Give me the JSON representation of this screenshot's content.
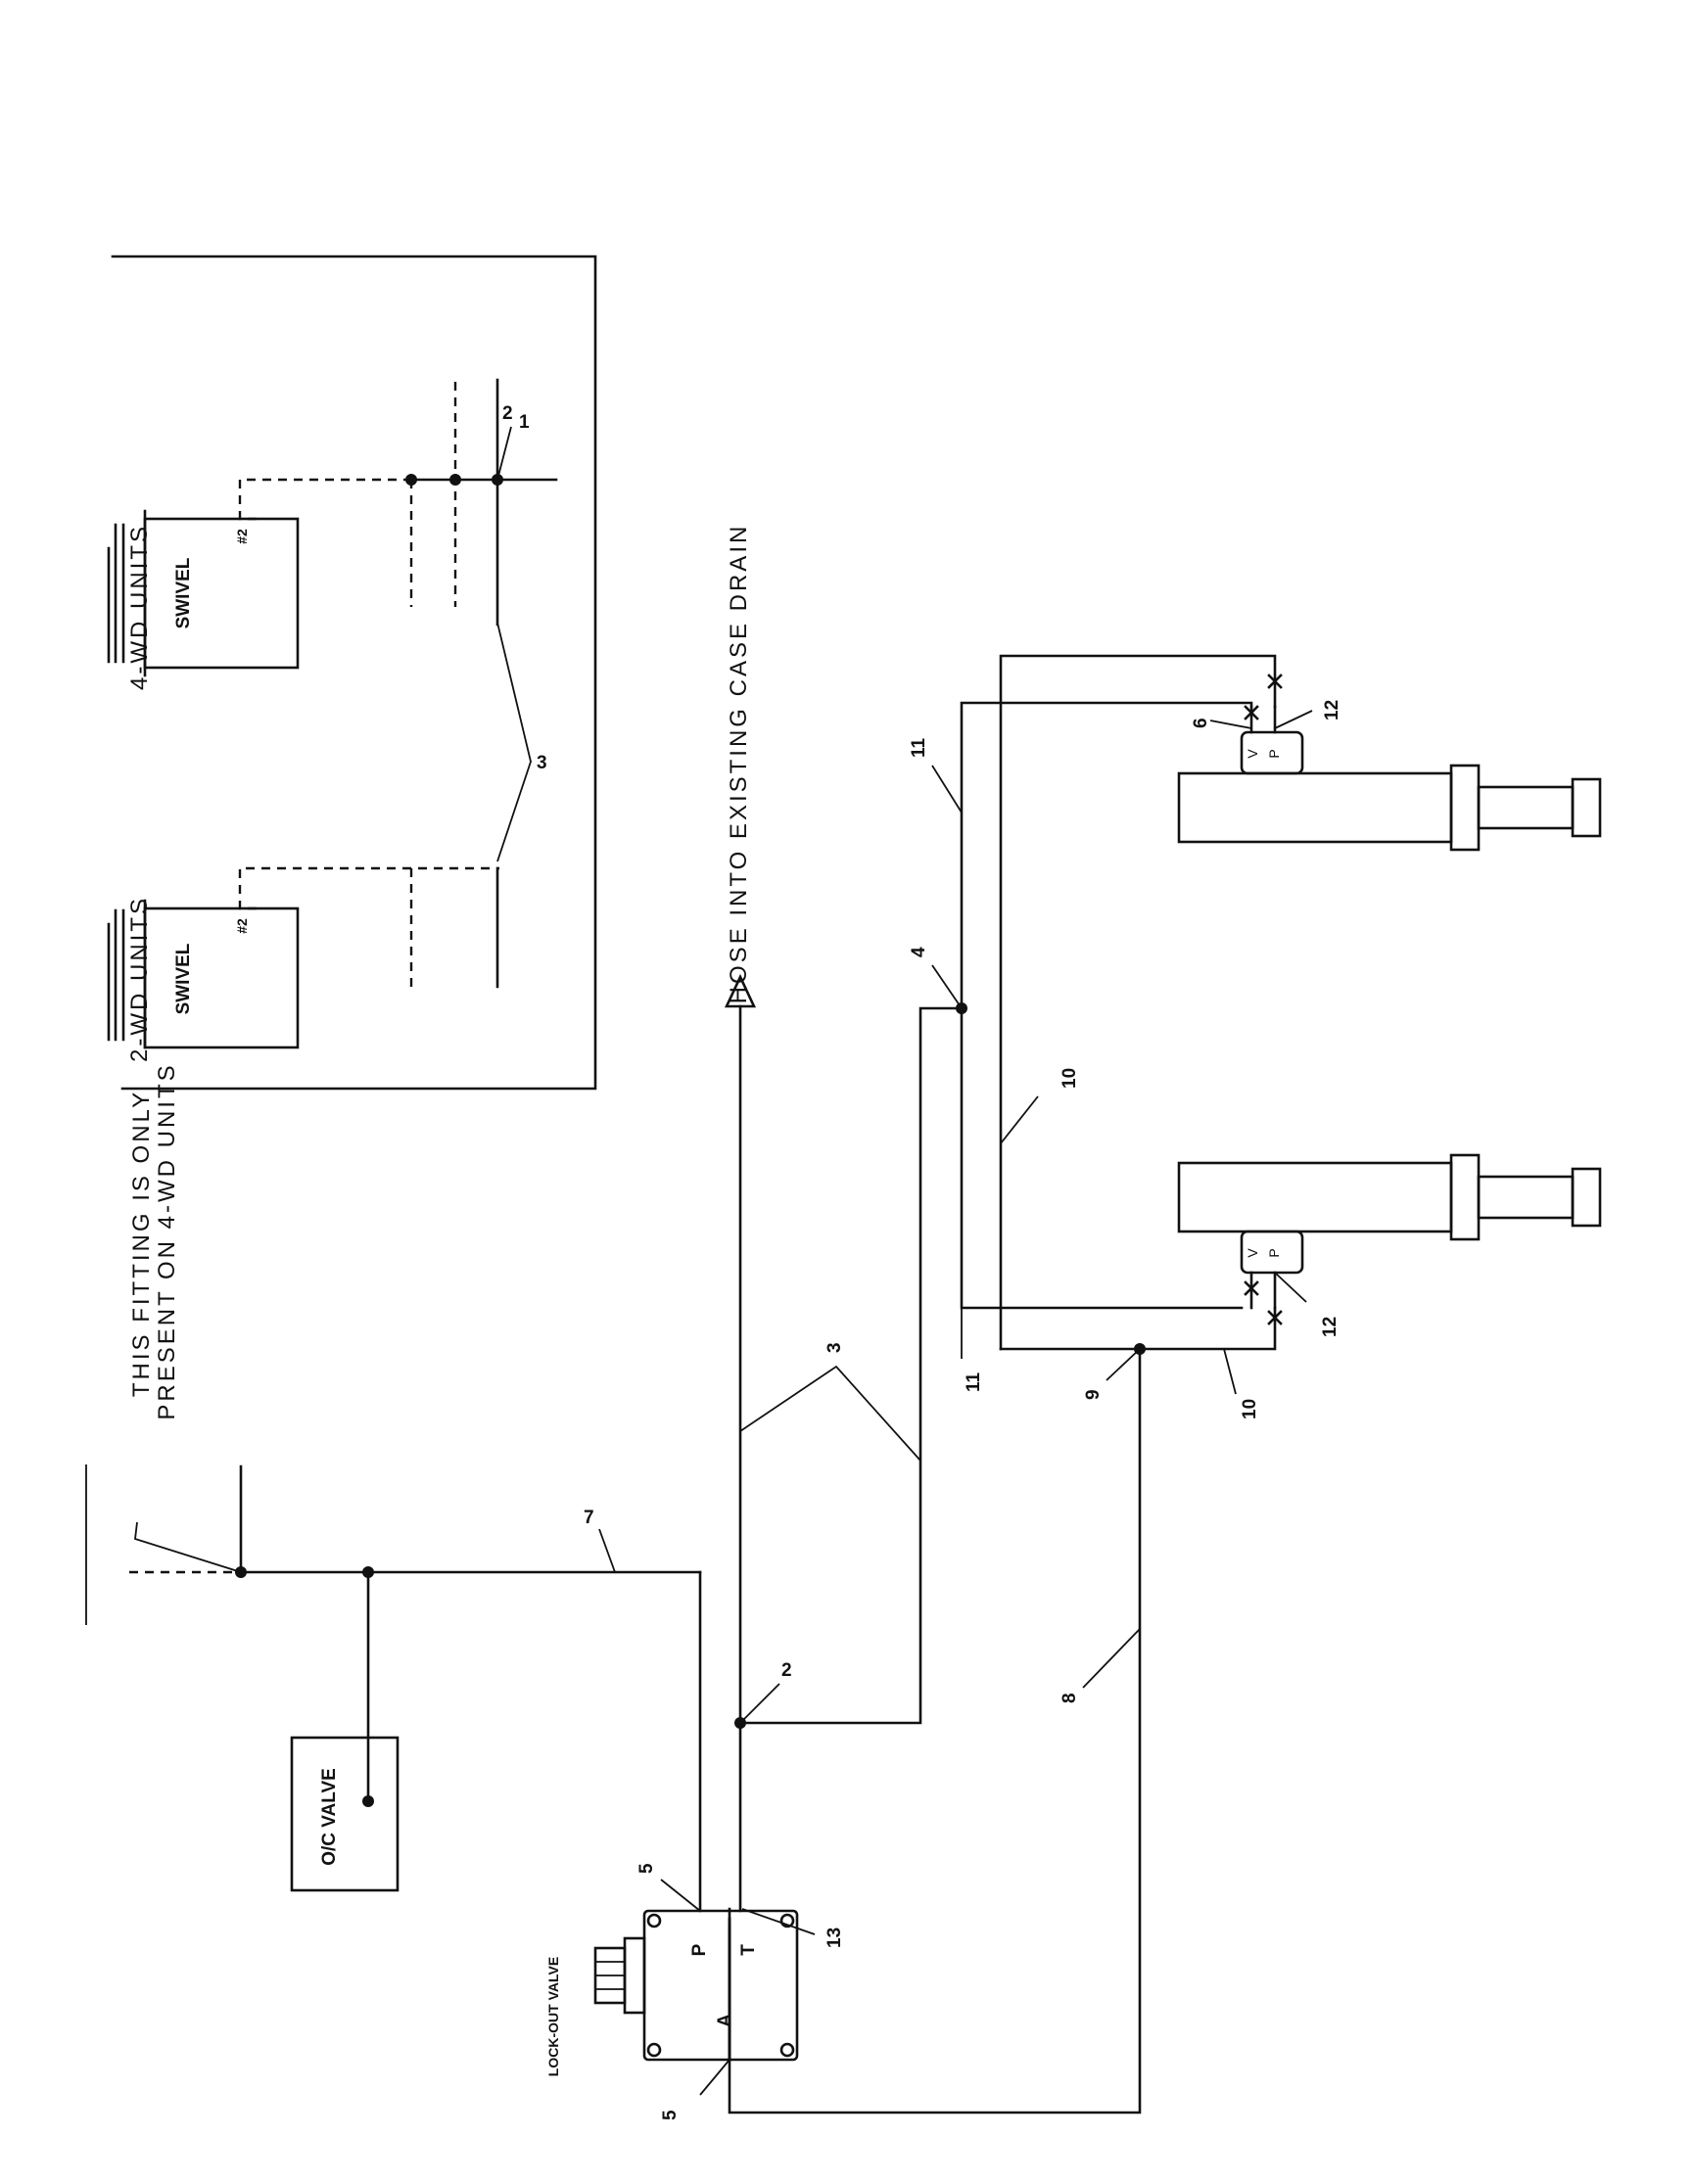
{
  "units": {
    "four_wd": {
      "title": "4-WD UNITS",
      "swivel": "SWIVEL",
      "port": "#2"
    },
    "two_wd": {
      "title": "2-WD UNITS",
      "swivel": "SWIVEL",
      "port": "#2"
    }
  },
  "notes": {
    "fitting_line1": "THIS FITTING IS ONLY",
    "fitting_line2": "PRESENT ON 4-WD UNITS",
    "case_drain": "HOSE INTO EXISTING CASE DRAIN"
  },
  "components": {
    "oc_valve": "O/C VALVE",
    "lockout_valve": "LOCK-OUT VALVE",
    "port_p": "P",
    "port_t": "T",
    "port_a": "A",
    "cyl_port_v": "V",
    "cyl_port_p": "P"
  },
  "callouts": {
    "c1": "1",
    "c2": "2",
    "c2b": "2",
    "c3": "3",
    "c3b": "3",
    "c4": "4",
    "c5": "5",
    "c5b": "5",
    "c6": "6",
    "c7": "7",
    "c8": "8",
    "c9": "9",
    "c10": "10",
    "c10b": "10",
    "c11": "11",
    "c11b": "11",
    "c12": "12",
    "c12b": "12",
    "c13": "13"
  }
}
